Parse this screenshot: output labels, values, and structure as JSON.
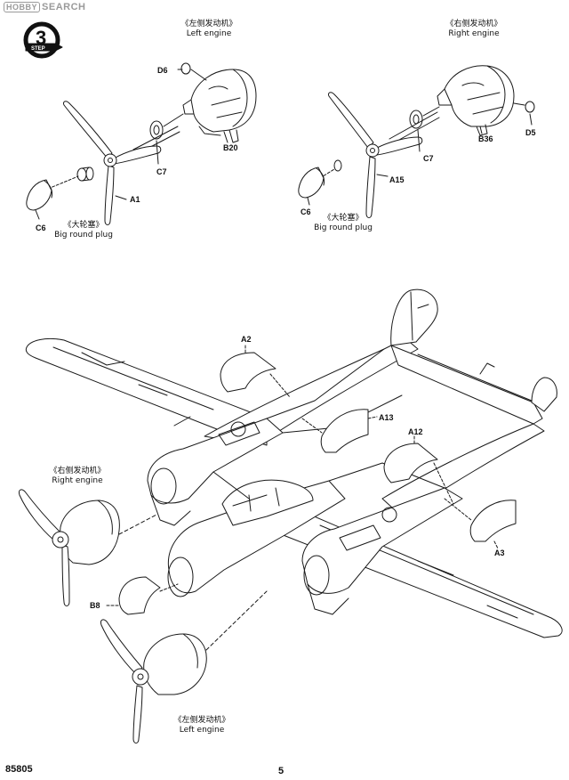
{
  "watermark": {
    "logo": "HOBBY",
    "text": "SEARCH"
  },
  "step": {
    "number": "3",
    "word": "STEP"
  },
  "captions": {
    "left_engine_cn": "《左侧发动机》",
    "left_engine_en": "Left engine",
    "right_engine_cn": "《右侧发动机》",
    "right_engine_en": "Right engine",
    "big_plug_cn": "《大轮塞》",
    "big_plug_en": "Big round plug"
  },
  "parts": {
    "D6": "D6",
    "B20": "B20",
    "C7a": "C7",
    "A1": "A1",
    "C6a": "C6",
    "C7b": "C7",
    "B36": "B36",
    "D5": "D5",
    "A15": "A15",
    "C6b": "C6",
    "A2": "A2",
    "A13": "A13",
    "A12": "A12",
    "A3": "A3",
    "B8": "B8"
  },
  "footer": {
    "kit_number": "85805",
    "page_number": "5"
  },
  "colors": {
    "line": "#1a1a1a",
    "watermark": "#9a9a9a",
    "background": "#ffffff"
  }
}
